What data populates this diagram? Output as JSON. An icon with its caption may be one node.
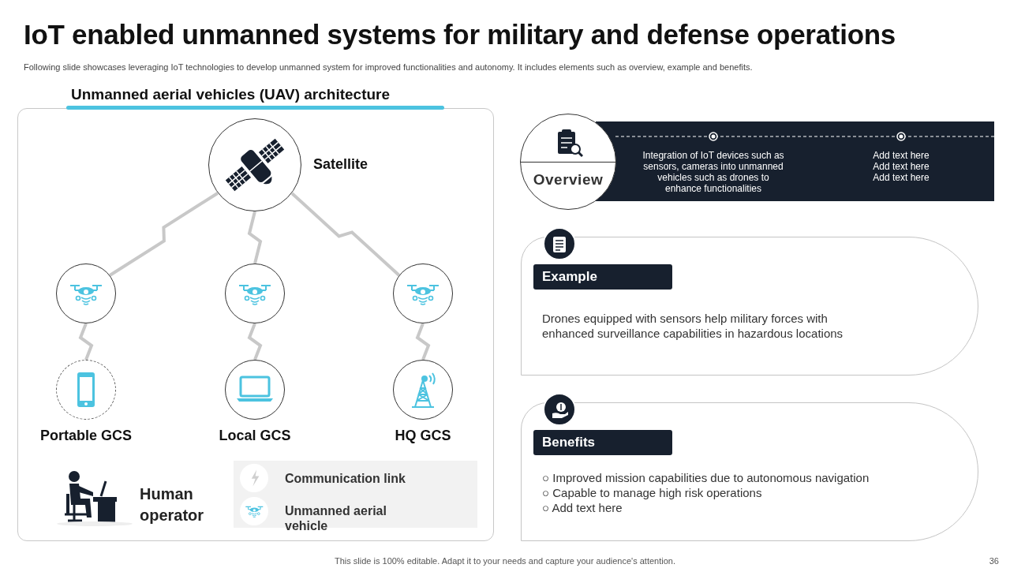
{
  "diagram": {
    "title": "IoT enabled unmanned systems for military and defense operations",
    "nodes": [
      {
        "text": [
          "Unmanned aerial vehicles (UAV) architecture"
        ]
      },
      {
        "text": [
          "Satellite"
        ],
        "in": 0
      },
      {
        "text": [],
        "shape": "circle",
        "in": 0
      },
      {
        "text": [],
        "shape": "circle",
        "in": 0
      },
      {
        "text": [],
        "shape": "circle",
        "in": 0
      },
      {
        "text": [
          "Portable GCS"
        ],
        "in": 0
      },
      {
        "text": [
          "Local GCS"
        ],
        "in": 0
      },
      {
        "text": [
          "HQ GCS"
        ],
        "in": 0
      },
      {
        "text": [
          "Overview",
          "Integration of IoT devices such as sensors, cameras into unmanned vehicles such as drones to enhance functionalities",
          "Add text here Add text here Add text here"
        ]
      },
      {
        "text": [
          "Example",
          "Drones equipped with sensors help military forces with enhanced surveillance capabilities in hazardous locations"
        ]
      },
      {
        "text": [
          "Benefits",
          "○ Improved mission capabilities due to autonomous navigation",
          "○ Capable to manage high risk operations",
          "○ Add text here"
        ]
      }
    ],
    "edges": [
      {
        "from": 1,
        "to": 2,
        "arrow": "none"
      },
      {
        "from": 1,
        "to": 3,
        "arrow": "none"
      },
      {
        "from": 1,
        "to": 4,
        "arrow": "none"
      },
      {
        "from": 2,
        "to": 5,
        "arrow": "none"
      },
      {
        "from": 3,
        "to": 6,
        "arrow": "none"
      },
      {
        "from": 4,
        "to": 7,
        "arrow": "none"
      }
    ],
    "labels": [
      "Following slide showcases leveraging IoT technologies to develop unmanned system for improved functionalities and autonomy. It includes elements such as overview, example and benefits.",
      "Human operator",
      "This slide is 100% editable. Adapt it to your needs and capture your audience's attention.",
      "36"
    ],
    "legend": [
      {
        "text": "Communication link"
      },
      {
        "text": "Unmanned aerial vehicle"
      }
    ]
  }
}
